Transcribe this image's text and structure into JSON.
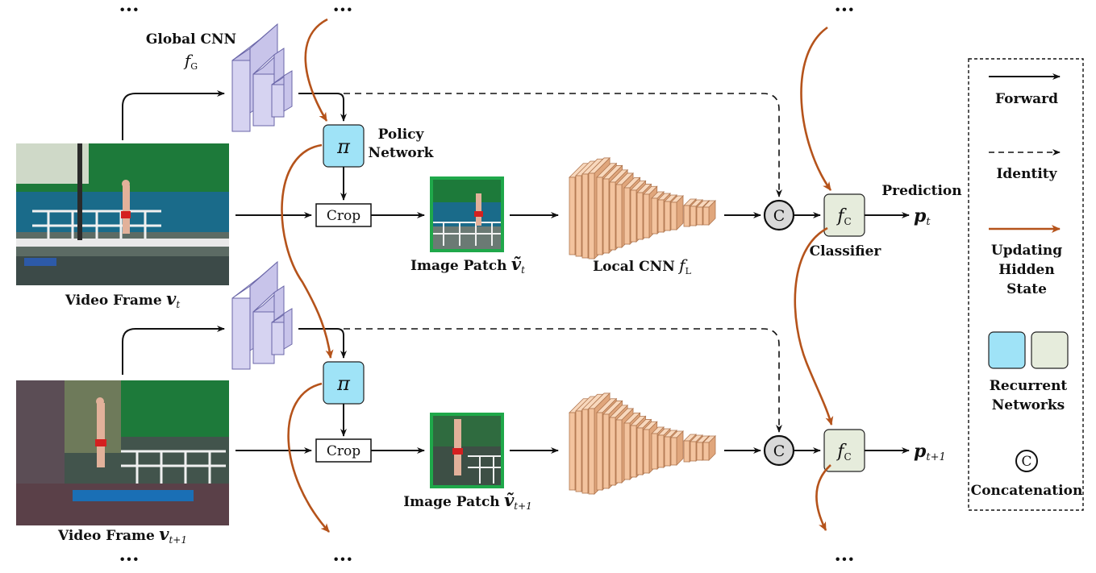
{
  "ellipsis": "···",
  "global_cnn": {
    "title": "Global CNN",
    "symbol": "f",
    "sub": "G"
  },
  "policy": {
    "symbol": "π",
    "label_line1": "Policy",
    "label_line2": "Network"
  },
  "crop": {
    "label": "Crop"
  },
  "local_cnn": {
    "label": "Local CNN",
    "symbol": "f",
    "sub": "L"
  },
  "concat": {
    "symbol": "C"
  },
  "classifier": {
    "symbol": "f",
    "sub": "C",
    "label": "Classifier"
  },
  "prediction": {
    "label": "Prediction",
    "t": {
      "symbol": "p",
      "sub": "t"
    },
    "t1": {
      "symbol": "p",
      "sub": "t+1"
    }
  },
  "frames": {
    "t": {
      "label": "Video Frame",
      "symbol": "v",
      "sub": "t"
    },
    "t1": {
      "label": "Video Frame",
      "symbol": "v",
      "sub": "t+1"
    }
  },
  "patches": {
    "t": {
      "label": "Image Patch",
      "symbol": "ṽ",
      "sub": "t"
    },
    "t1": {
      "label": "Image Patch",
      "symbol": "ṽ",
      "sub": "t+1"
    }
  },
  "legend": {
    "forward": "Forward",
    "identity": "Identity",
    "updating_line1": "Updating",
    "updating_line2": "Hidden",
    "updating_line3": "State",
    "recurrent_line1": "Recurrent",
    "recurrent_line2": "Networks",
    "concat_symbol": "C",
    "concatenation": "Concatenation"
  },
  "colors": {
    "policy_fill": "#9fe3f7",
    "classifier_fill": "#e6ecdc",
    "global_cnn_fill": "#d8d5f0",
    "local_cnn_fill": "#f3c39e",
    "hidden_state_arrow": "#b5531b",
    "patch_border": "#1fa84a",
    "concat_fill": "#d9d9d9"
  }
}
